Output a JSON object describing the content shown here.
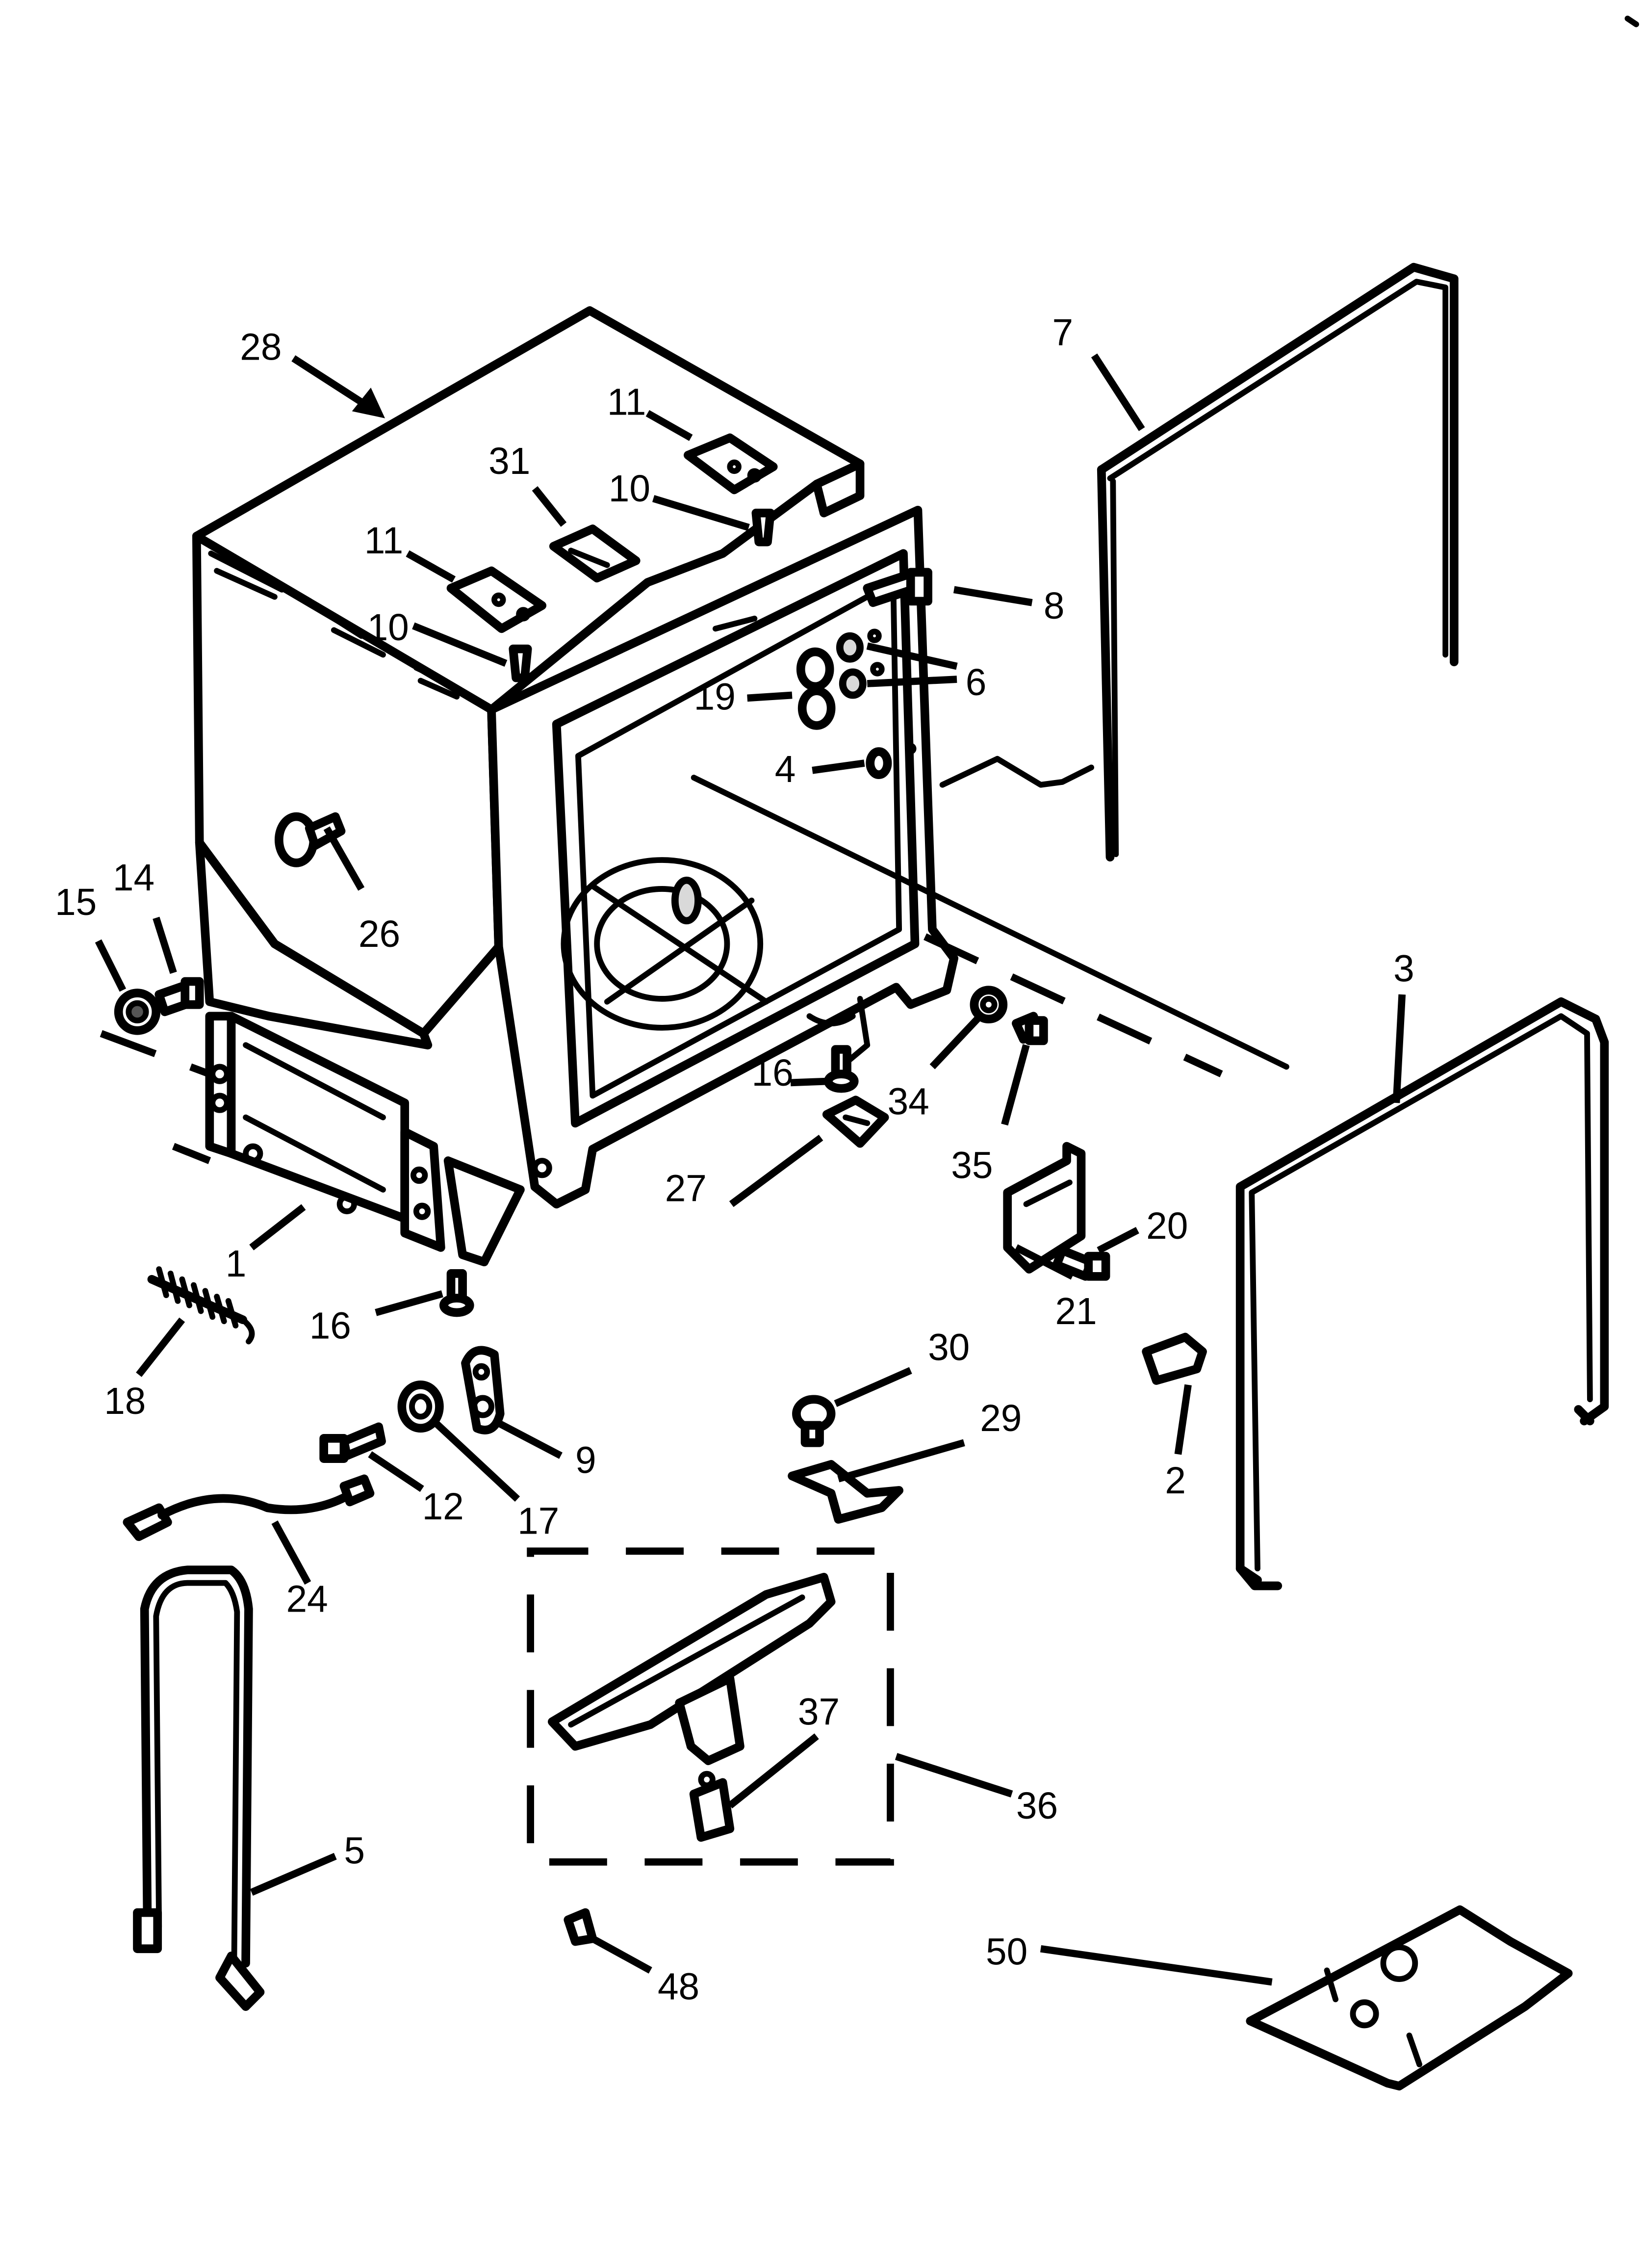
{
  "callouts": [
    {
      "id": "p28",
      "text": "28"
    },
    {
      "id": "p11a",
      "text": "11"
    },
    {
      "id": "p31",
      "text": "31"
    },
    {
      "id": "p10a",
      "text": "10"
    },
    {
      "id": "p11b",
      "text": "11"
    },
    {
      "id": "p10b",
      "text": "10"
    },
    {
      "id": "p7",
      "text": "7"
    },
    {
      "id": "p8",
      "text": "8"
    },
    {
      "id": "p6",
      "text": "6"
    },
    {
      "id": "p19",
      "text": "19"
    },
    {
      "id": "p4",
      "text": "4"
    },
    {
      "id": "p26",
      "text": "26"
    },
    {
      "id": "p15",
      "text": "15"
    },
    {
      "id": "p14",
      "text": "14"
    },
    {
      "id": "p3",
      "text": "3"
    },
    {
      "id": "p16a",
      "text": "16"
    },
    {
      "id": "p34",
      "text": "34"
    },
    {
      "id": "p27",
      "text": "27"
    },
    {
      "id": "p35",
      "text": "35"
    },
    {
      "id": "p20",
      "text": "20"
    },
    {
      "id": "p21",
      "text": "21"
    },
    {
      "id": "p1",
      "text": "1"
    },
    {
      "id": "p16b",
      "text": "16"
    },
    {
      "id": "p18",
      "text": "18"
    },
    {
      "id": "p30",
      "text": "30"
    },
    {
      "id": "p9",
      "text": "9"
    },
    {
      "id": "p29",
      "text": "29"
    },
    {
      "id": "p12",
      "text": "12"
    },
    {
      "id": "p17",
      "text": "17"
    },
    {
      "id": "p2",
      "text": "2"
    },
    {
      "id": "p24",
      "text": "24"
    },
    {
      "id": "p37",
      "text": "37"
    },
    {
      "id": "p36",
      "text": "36"
    },
    {
      "id": "p5",
      "text": "5"
    },
    {
      "id": "p48",
      "text": "48"
    },
    {
      "id": "p50",
      "text": "50"
    }
  ]
}
